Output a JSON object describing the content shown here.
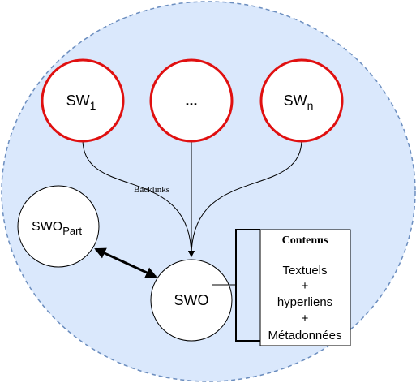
{
  "colors": {
    "background_ellipse_fill": "#dae8fc",
    "background_ellipse_stroke": "#6c8ebf",
    "sw_node_stroke": "#e01010",
    "node_fill": "#ffffff",
    "line": "#000000"
  },
  "nodes": {
    "sw1": {
      "base": "SW",
      "sub": "1"
    },
    "ellipsis": {
      "text": "..."
    },
    "swn": {
      "base": "SW",
      "sub": "n"
    },
    "swo_part": {
      "base": "SWO",
      "sub": "Part"
    },
    "swo": {
      "text": "SWO"
    }
  },
  "edges": {
    "backlinks_label": "Backlinks"
  },
  "contenus": {
    "title": "Contenus",
    "lines": [
      "Textuels",
      "+",
      "hyperliens",
      "+",
      "Métadonnées"
    ]
  }
}
